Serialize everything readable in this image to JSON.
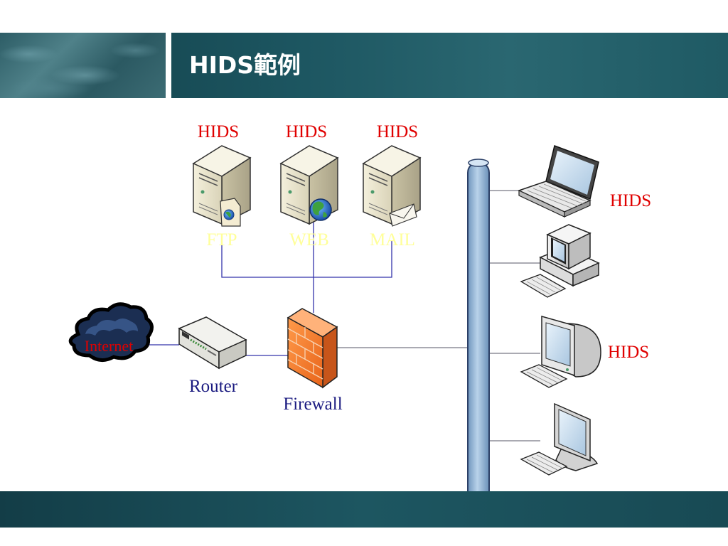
{
  "slide": {
    "title": "HIDS範例"
  },
  "labels": {
    "hids": "HIDS",
    "ftp": "FTP",
    "web": "WEB",
    "mail": "MAIL",
    "internet": "Internet",
    "router": "Router",
    "firewall": "Firewall"
  },
  "colors": {
    "header_bg": "#1c5560",
    "hids_red": "#e00000",
    "label_navy": "#1a1a80",
    "server_label_yellow": "#ffff99",
    "link_blue": "#3333aa",
    "bus_blue": "#8fb3d6"
  }
}
